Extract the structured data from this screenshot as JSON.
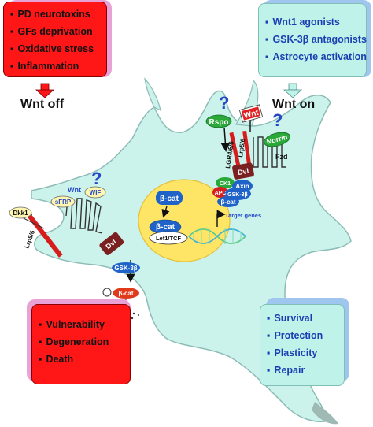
{
  "top_left_box": {
    "items": [
      "PD neurotoxins",
      "GFs deprivation",
      "Oxidative stress",
      "Inflammation"
    ]
  },
  "top_right_box": {
    "items": [
      "Wnt1 agonists",
      "GSK-3β antagonists",
      "Astrocyte activation"
    ]
  },
  "bottom_left_box": {
    "items": [
      "Vulnerability",
      "Degeneration",
      "Death"
    ]
  },
  "bottom_right_box": {
    "items": [
      "Survival",
      "Protection",
      "Plasticity",
      "Repair"
    ]
  },
  "states": {
    "wnt_off": "Wnt off",
    "wnt_on": "Wnt on"
  },
  "molecules": {
    "rspo": "Rspo",
    "wnt": "Wnt",
    "norrin": "Norrin",
    "lgr": "LGR4/5/6",
    "lrp_right": "Lrp5/6",
    "fzd": "Fzd",
    "dvl_right": "Dvl",
    "ck1": "CK1",
    "axin": "Axin",
    "apc": "APC",
    "gsk_right": "GSK-3β",
    "bcat_right": "β-cat",
    "wnt_left": "Wnt",
    "wif": "WIF",
    "sfrp": "sFRP",
    "dkk1": "Dkk1",
    "lrp_left": "Lrp5/6",
    "dvl_left": "Dvl",
    "bcat_cyto": "β-cat",
    "bcat_nuc": "β-cat",
    "lef": "Lef1/TCF",
    "target": "Target genes",
    "gsk_bottom": "GSK-3β",
    "bcat_bottom": "β-cat",
    "question": "?"
  },
  "colors": {
    "cell": "#ccf2ec",
    "cell_outline": "#8dbcb6",
    "nucleus": "#ffe566",
    "red_box": "#ff1616",
    "cyan_box": "#bff3ea",
    "blue_text": "#1b3fb3"
  }
}
